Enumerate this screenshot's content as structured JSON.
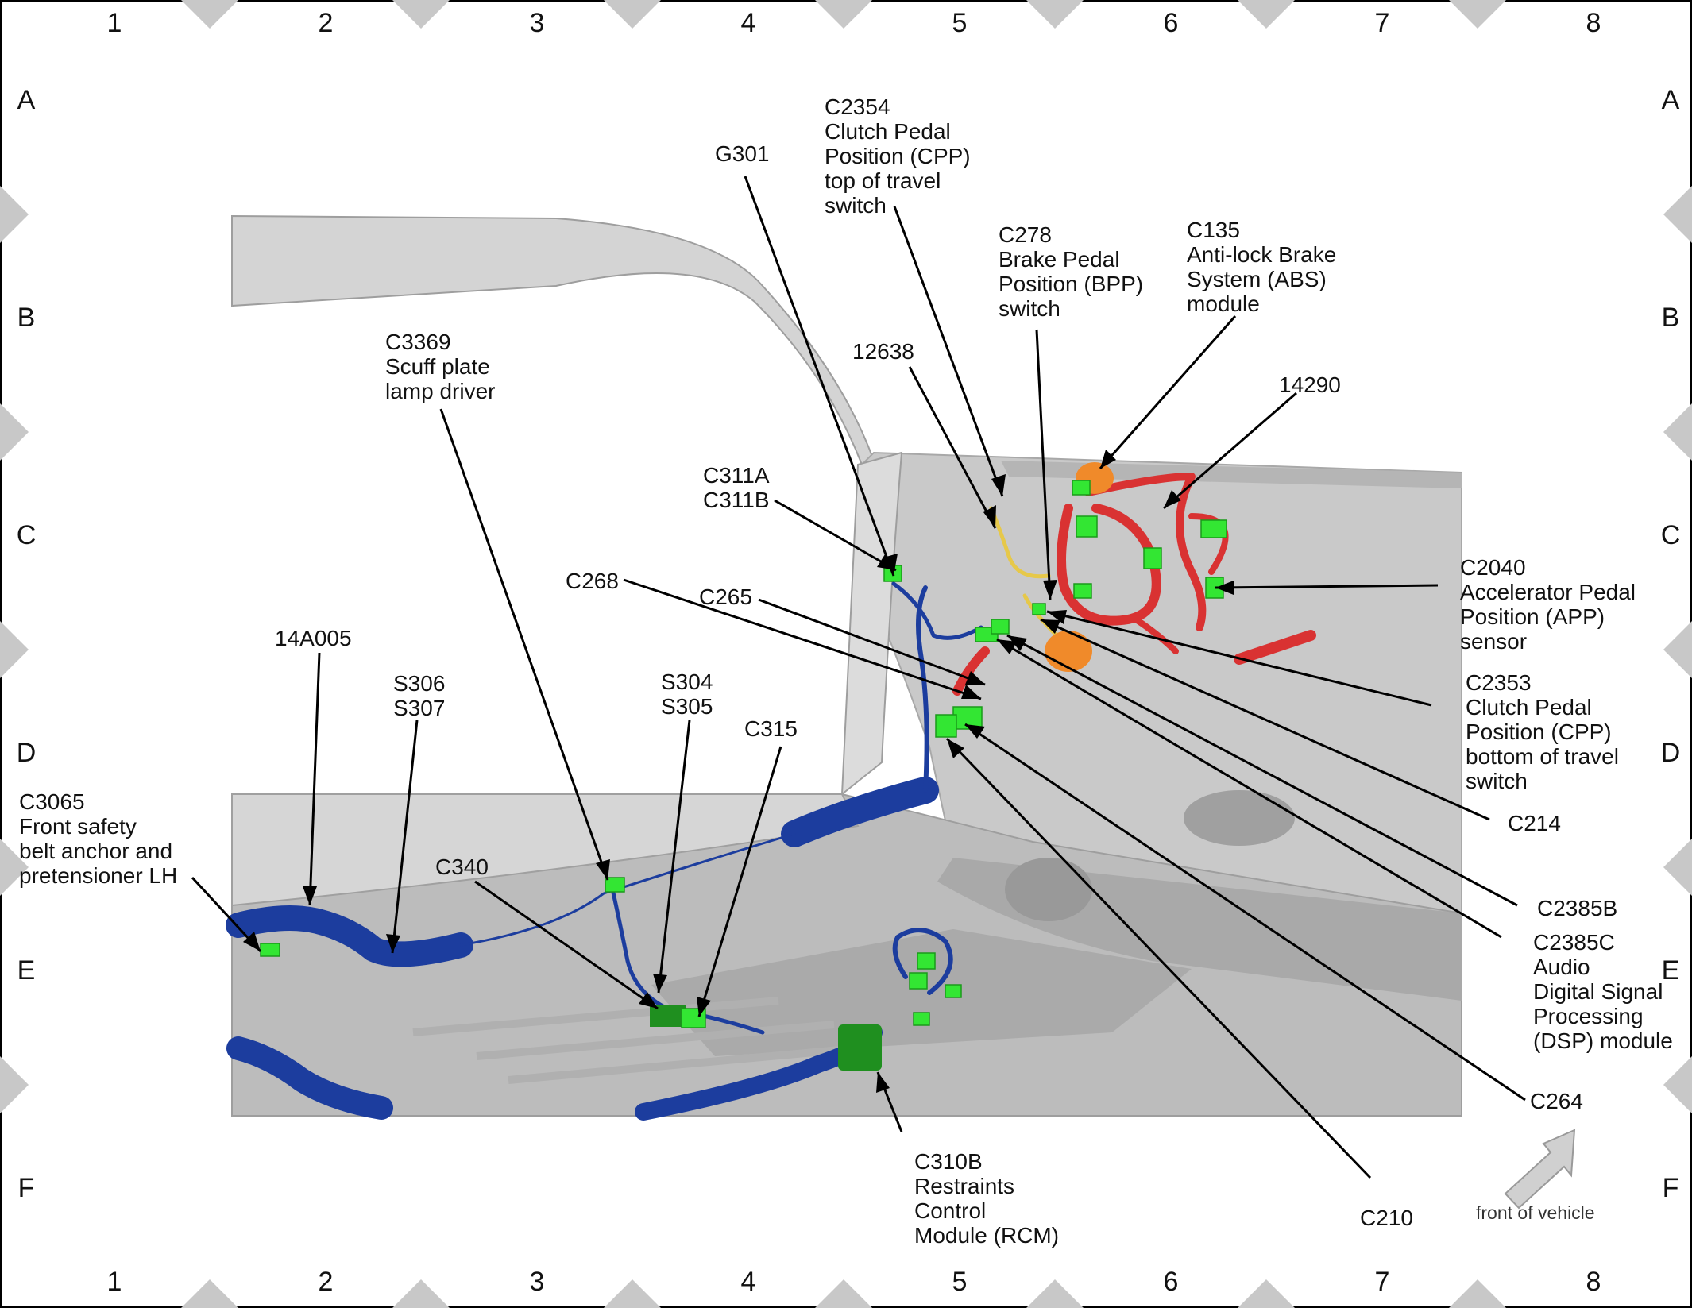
{
  "grid": {
    "columns": [
      "1",
      "2",
      "3",
      "4",
      "5",
      "6",
      "7",
      "8"
    ],
    "rows": [
      "A",
      "B",
      "C",
      "D",
      "E",
      "F"
    ]
  },
  "callouts": {
    "c2354": [
      "C2354",
      "Clutch Pedal",
      "Position (CPP)",
      "top of travel",
      "switch"
    ],
    "g301": [
      "G301"
    ],
    "c278": [
      "C278",
      "Brake Pedal",
      "Position (BPP)",
      "switch"
    ],
    "c135": [
      "C135",
      "Anti-lock Brake",
      "System (ABS)",
      "module"
    ],
    "n12638": [
      "12638"
    ],
    "n14290": [
      "14290"
    ],
    "c3369": [
      "C3369",
      "Scuff plate",
      "lamp driver"
    ],
    "c311": [
      "C311A",
      "C311B"
    ],
    "c268": [
      "C268"
    ],
    "c265": [
      "C265"
    ],
    "c2040": [
      "C2040",
      "Accelerator Pedal",
      "Position (APP)",
      "sensor"
    ],
    "n14a005": [
      "14A005"
    ],
    "s306": [
      "S306",
      "S307"
    ],
    "s304": [
      "S304",
      "S305"
    ],
    "c315": [
      "C315"
    ],
    "c2353": [
      "C2353",
      "Clutch Pedal",
      "Position (CPP)",
      "bottom of travel",
      "switch"
    ],
    "c3065": [
      "C3065",
      "Front safety",
      "belt anchor and",
      "pretensioner LH"
    ],
    "c214": [
      "C214"
    ],
    "c340": [
      "C340"
    ],
    "c2385b": [
      "C2385B"
    ],
    "c2385c": [
      "C2385C",
      "Audio",
      "Digital Signal",
      "Processing",
      "(DSP) module"
    ],
    "c264": [
      "C264"
    ],
    "c310b": [
      "C310B",
      "Restraints",
      "Control",
      "Module (RCM)"
    ],
    "c210": [
      "C210"
    ]
  },
  "legend": {
    "front_label": "front of vehicle"
  },
  "colors": {
    "background": "#ffffff",
    "body_panel": "#cfcfcf",
    "floor_shadow": "#a9a9a9",
    "harness_blue": "#1c3d9e",
    "harness_red": "#d93232",
    "harness_yellow": "#e6c84a",
    "connector_green": "#33e633",
    "connector_dark_green": "#1f8f1f",
    "module_orange": "#f08a2a",
    "leader_line": "#000000",
    "grid_marker": "#c8c8c8"
  }
}
